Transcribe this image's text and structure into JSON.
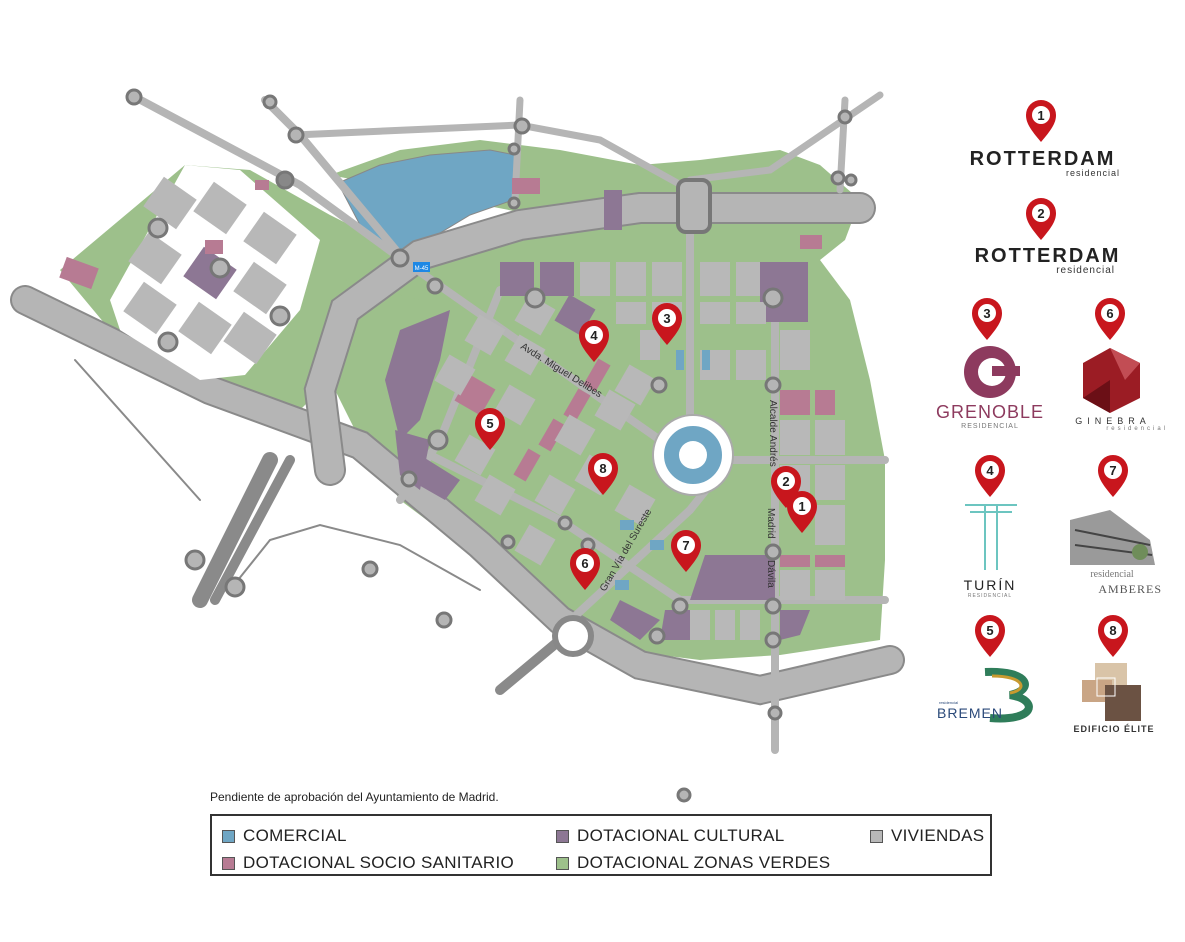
{
  "colors": {
    "comercial": "#6fa6c4",
    "dotacional_cultural": "#8d7794",
    "socio_sanitario": "#b77b93",
    "zonas_verdes": "#9dc08b",
    "viviendas": "#b8b8b8",
    "road": "#b5b5b5",
    "water": "#6fa6c4",
    "pin": "#c8161d"
  },
  "map": {
    "streets": {
      "miguel_delibes": "Avda. Miguel Delibes",
      "alcalde_andres": "Alcalde Andrés",
      "madrid": "Madrid",
      "davila": "Dávila",
      "gran_via": "Gran Vía del Sureste",
      "highway_sign": "M-45"
    },
    "pins": [
      {
        "label": "1",
        "icon": "map-pin-icon"
      },
      {
        "label": "2",
        "icon": "map-pin-icon"
      },
      {
        "label": "3",
        "icon": "map-pin-icon"
      },
      {
        "label": "4",
        "icon": "map-pin-icon"
      },
      {
        "label": "5",
        "icon": "map-pin-icon"
      },
      {
        "label": "6",
        "icon": "map-pin-icon"
      },
      {
        "label": "7",
        "icon": "map-pin-icon"
      },
      {
        "label": "8",
        "icon": "map-pin-icon"
      }
    ]
  },
  "brands": {
    "b1": {
      "pin": "1",
      "name": "ROTTERDAM",
      "sub": "residencial"
    },
    "b2": {
      "pin": "2",
      "name": "ROTTERDAM",
      "sub": "residencial"
    },
    "b3": {
      "pin": "3",
      "name": "GRENOBLE",
      "sub": "RESIDENCIAL"
    },
    "b6": {
      "pin": "6",
      "name": "GINEBRA",
      "sub": "residencial"
    },
    "b4": {
      "pin": "4",
      "name": "TURÍN",
      "sub": "RESIDENCIAL"
    },
    "b7": {
      "pin": "7",
      "name": "AMBERES",
      "sub": "residencial"
    },
    "b5": {
      "pin": "5",
      "name": "BREMEN",
      "sub": "residencial"
    },
    "b8": {
      "pin": "8",
      "name": "EDIFICIO ÉLITE",
      "sub": ""
    }
  },
  "legend": {
    "note": "Pendiente de aprobación del Ayuntamiento de Madrid.",
    "items": [
      {
        "label": "COMERCIAL"
      },
      {
        "label": "DOTACIONAL CULTURAL"
      },
      {
        "label": "VIVIENDAS"
      },
      {
        "label": "DOTACIONAL SOCIO SANITARIO"
      },
      {
        "label": "DOTACIONAL ZONAS VERDES"
      }
    ]
  }
}
